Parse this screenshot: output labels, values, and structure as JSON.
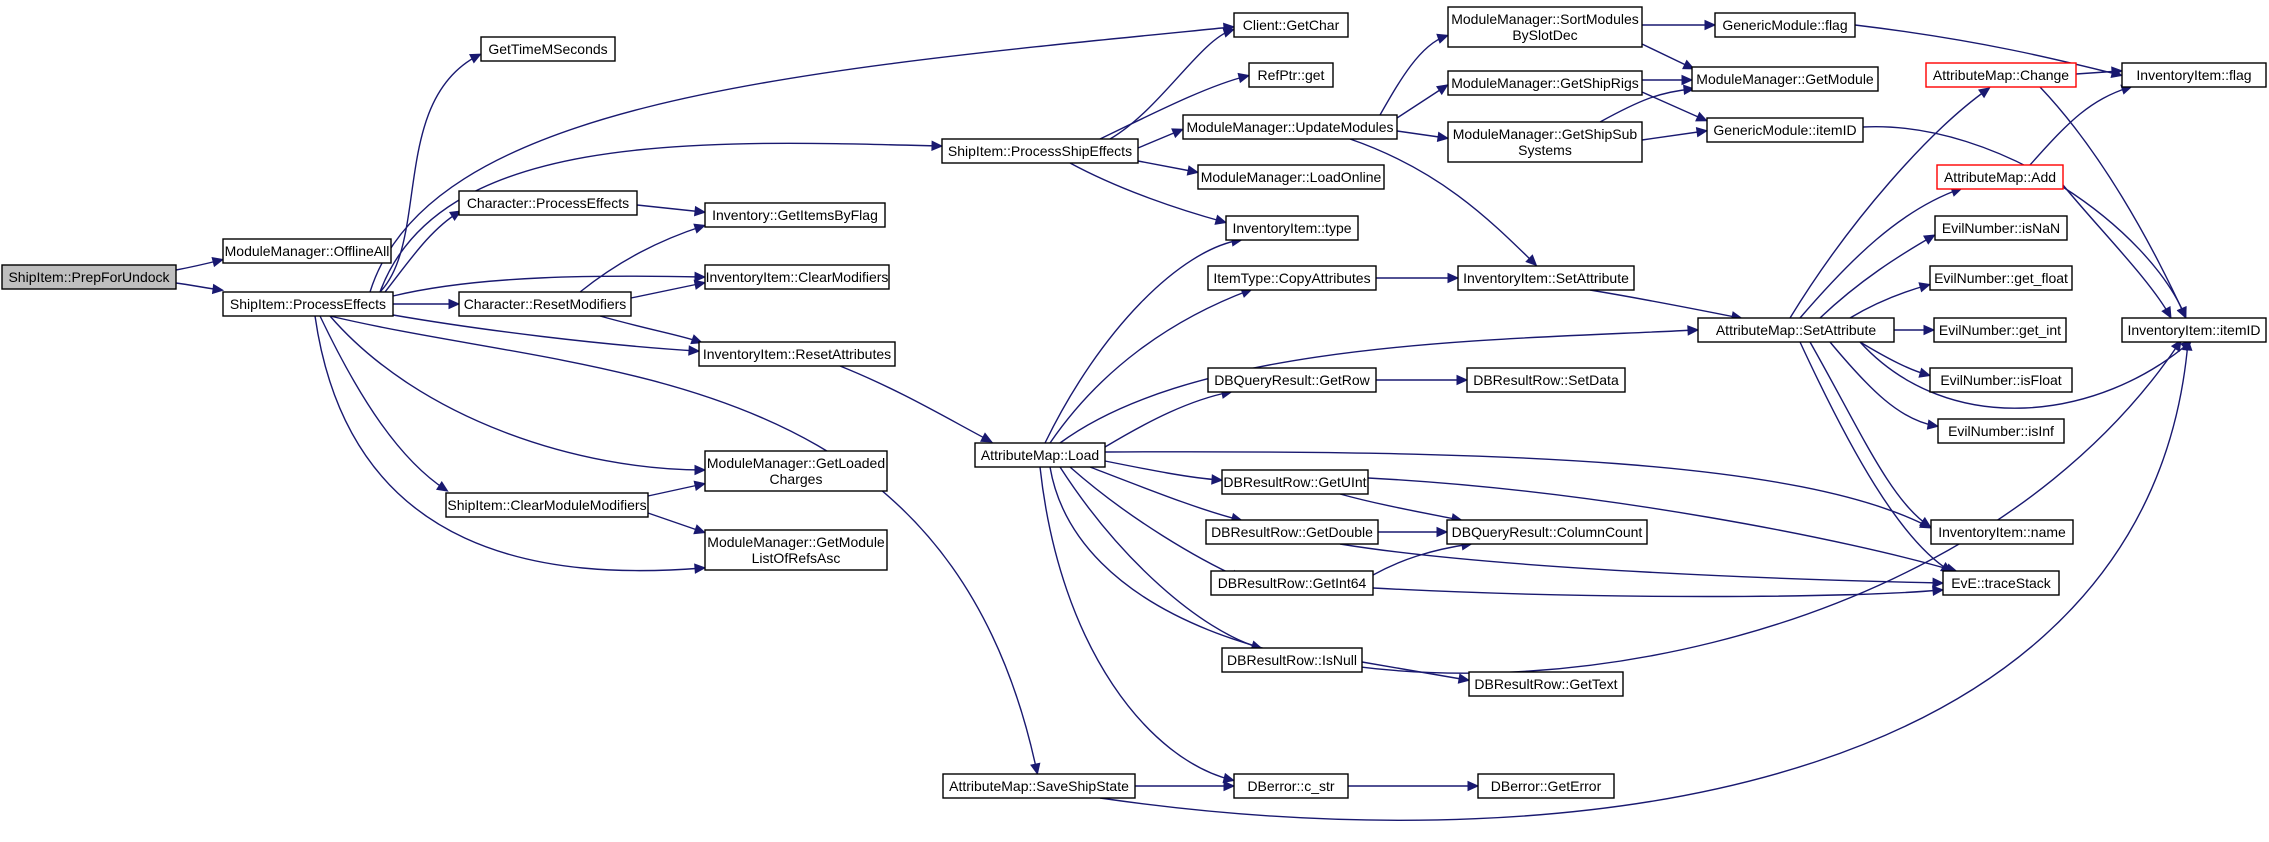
{
  "colors": {
    "edge": "#191970",
    "node_border": "#000000",
    "root_fill": "#bfbfbf",
    "incomplete_border": "#ff0000"
  },
  "nodes": [
    {
      "id": "prepforundock",
      "lines": [
        "ShipItem::PrepForUndock"
      ],
      "root": true
    },
    {
      "id": "offlineall",
      "lines": [
        "ModuleManager::OfflineAll"
      ]
    },
    {
      "id": "processeffects",
      "lines": [
        "ShipItem::ProcessEffects"
      ]
    },
    {
      "id": "gettimemseconds",
      "lines": [
        "GetTimeMSeconds"
      ]
    },
    {
      "id": "char_processeffects",
      "lines": [
        "Character::ProcessEffects"
      ]
    },
    {
      "id": "char_resetmodifiers",
      "lines": [
        "Character::ResetModifiers"
      ]
    },
    {
      "id": "clearmodulemodifiers",
      "lines": [
        "ShipItem::ClearModuleModifiers"
      ]
    },
    {
      "id": "getitemsbyflag",
      "lines": [
        "Inventory::GetItemsByFlag"
      ]
    },
    {
      "id": "clearmodifiers",
      "lines": [
        "InventoryItem::ClearModifiers"
      ]
    },
    {
      "id": "resetattributes",
      "lines": [
        "InventoryItem::ResetAttributes"
      ]
    },
    {
      "id": "getloadedcharges",
      "lines": [
        "ModuleManager::GetLoaded",
        "Charges"
      ]
    },
    {
      "id": "getmodulelist",
      "lines": [
        "ModuleManager::GetModule",
        "ListOfRefsAsc"
      ]
    },
    {
      "id": "processshipeffects",
      "lines": [
        "ShipItem::ProcessShipEffects"
      ]
    },
    {
      "id": "attributemap_load",
      "lines": [
        "AttributeMap::Load"
      ]
    },
    {
      "id": "saveshipstate",
      "lines": [
        "AttributeMap::SaveShipState"
      ]
    },
    {
      "id": "client_getchar",
      "lines": [
        "Client::GetChar"
      ]
    },
    {
      "id": "refptr_get",
      "lines": [
        "RefPtr::get"
      ]
    },
    {
      "id": "updatemodules",
      "lines": [
        "ModuleManager::UpdateModules"
      ]
    },
    {
      "id": "loadonline",
      "lines": [
        "ModuleManager::LoadOnline"
      ]
    },
    {
      "id": "inv_type",
      "lines": [
        "InventoryItem::type"
      ]
    },
    {
      "id": "copyattributes",
      "lines": [
        "ItemType::CopyAttributes"
      ]
    },
    {
      "id": "getrow",
      "lines": [
        "DBQueryResult::GetRow"
      ]
    },
    {
      "id": "getuint",
      "lines": [
        "DBResultRow::GetUInt"
      ]
    },
    {
      "id": "getdouble",
      "lines": [
        "DBResultRow::GetDouble"
      ]
    },
    {
      "id": "getint64",
      "lines": [
        "DBResultRow::GetInt64"
      ]
    },
    {
      "id": "isnull",
      "lines": [
        "DBResultRow::IsNull"
      ]
    },
    {
      "id": "c_str",
      "lines": [
        "DBerror::c_str"
      ]
    },
    {
      "id": "sortmodules",
      "lines": [
        "ModuleManager::SortModules",
        "BySlotDec"
      ]
    },
    {
      "id": "getshiprigs",
      "lines": [
        "ModuleManager::GetShipRigs"
      ]
    },
    {
      "id": "getshipsubsystems",
      "lines": [
        "ModuleManager::GetShipSub",
        "Systems"
      ]
    },
    {
      "id": "inv_setattribute",
      "lines": [
        "InventoryItem::SetAttribute"
      ]
    },
    {
      "id": "setdata",
      "lines": [
        "DBResultRow::SetData"
      ]
    },
    {
      "id": "columncount",
      "lines": [
        "DBQueryResult::ColumnCount"
      ]
    },
    {
      "id": "gettext",
      "lines": [
        "DBResultRow::GetText"
      ]
    },
    {
      "id": "geterror",
      "lines": [
        "DBerror::GetError"
      ]
    },
    {
      "id": "generic_flag",
      "lines": [
        "GenericModule::flag"
      ]
    },
    {
      "id": "getmodule",
      "lines": [
        "ModuleManager::GetModule"
      ]
    },
    {
      "id": "generic_itemid",
      "lines": [
        "GenericModule::itemID"
      ]
    },
    {
      "id": "am_change",
      "lines": [
        "AttributeMap::Change"
      ],
      "incomplete": true
    },
    {
      "id": "am_add",
      "lines": [
        "AttributeMap::Add"
      ],
      "incomplete": true
    },
    {
      "id": "am_setattribute",
      "lines": [
        "AttributeMap::SetAttribute"
      ]
    },
    {
      "id": "isnan",
      "lines": [
        "EvilNumber::isNaN"
      ]
    },
    {
      "id": "get_float",
      "lines": [
        "EvilNumber::get_float"
      ]
    },
    {
      "id": "get_int",
      "lines": [
        "EvilNumber::get_int"
      ]
    },
    {
      "id": "isfloat",
      "lines": [
        "EvilNumber::isFloat"
      ]
    },
    {
      "id": "isinf",
      "lines": [
        "EvilNumber::isInf"
      ]
    },
    {
      "id": "inv_name",
      "lines": [
        "InventoryItem::name"
      ]
    },
    {
      "id": "tracestack",
      "lines": [
        "EvE::traceStack"
      ]
    },
    {
      "id": "inv_flag",
      "lines": [
        "InventoryItem::flag"
      ]
    },
    {
      "id": "inv_itemid",
      "lines": [
        "InventoryItem::itemID"
      ]
    }
  ]
}
